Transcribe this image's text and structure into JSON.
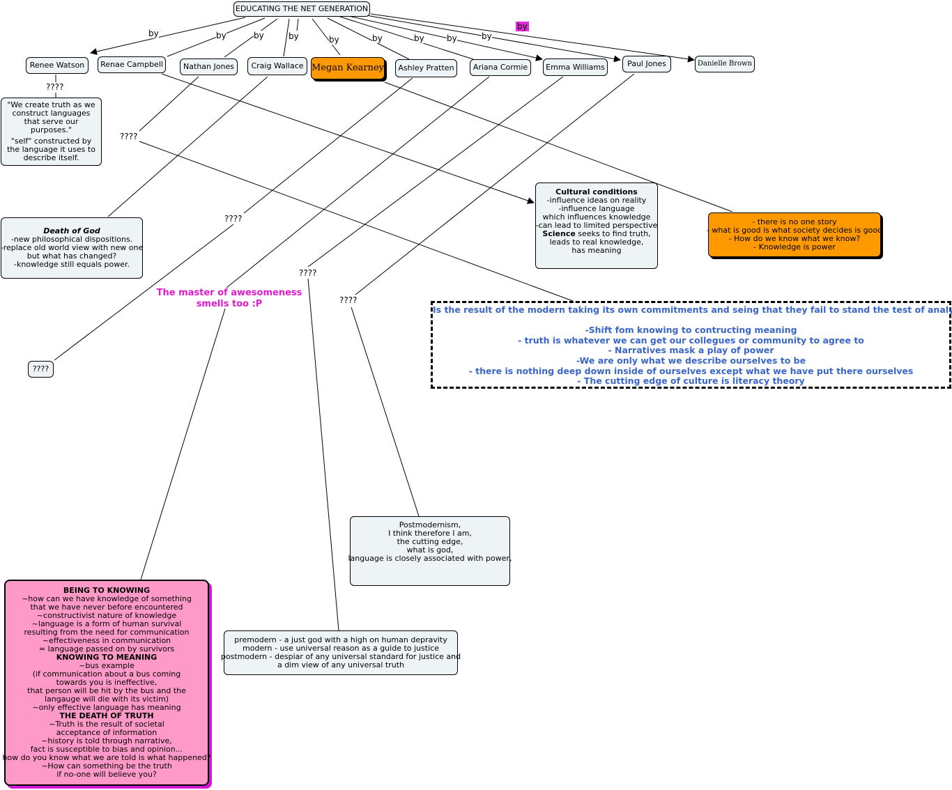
{
  "root": {
    "title": "EDUCATING THE NET GENERATION"
  },
  "link_label": "by",
  "people": [
    {
      "name": "Renee Watson"
    },
    {
      "name": "Renae Campbell"
    },
    {
      "name": "Nathan Jones"
    },
    {
      "name": "Craig Wallace"
    },
    {
      "name": "Megan Kearney"
    },
    {
      "name": "Ashley Pratten"
    },
    {
      "name": "Ariana Cormie"
    },
    {
      "name": "Emma Williams"
    },
    {
      "name": "Paul Jones"
    },
    {
      "name": "Danielle Brown"
    }
  ],
  "unknown": "????",
  "renee_box": {
    "quote": "\"We create truth as we construct languages that serve our purposes.\"",
    "self": "\"self\" constructed by the language it uses to describe itself."
  },
  "death_of_god": {
    "title": "Death of God",
    "lines": [
      "-new philosophical dispositions.",
      "-replace old world view with new one",
      "but what has changed?",
      "-knowledge still equals power."
    ]
  },
  "cultural": {
    "title": "Cultural conditions",
    "lines": [
      "-influence ideas on reality",
      "-influence language",
      "which influences knowledge",
      "-can lead to limited perspective"
    ],
    "science_bold": "Science",
    "science_rest": " seeks to find truth,",
    "tail": [
      "leads to real knowledge,",
      "has meaning"
    ]
  },
  "orange_box": {
    "lines": [
      "- there is no one story",
      "- what is good is what society decides is good",
      "- How do we know what we know?",
      "- Knowledge is power"
    ]
  },
  "master": {
    "line1": "The master of awesomeness",
    "line2": "smells too :P"
  },
  "modern_box": {
    "headline": "Is the result of the modern taking its own commitments  and seing that they fail to stand the test of analysis",
    "lines": [
      "-Shift fom knowing to contructing meaning",
      "- truth is whatever we can get our collegues or community to agree to",
      "- Narratives mask a play of power",
      "-We are only what we describe ourselves to be",
      "- there is nothing deep down inside of ourselves except what we have put there ourselves",
      "- The cutting edge of culture is literacy theory"
    ]
  },
  "postmodernism": {
    "lines": [
      "Postmodernism,",
      "I think therefore I am,",
      "the cutting edge,",
      "what is god,",
      "language is closely associated with power,"
    ]
  },
  "premodern": {
    "lines": [
      "premodern - a just god with a high on human depravity",
      "modern - use universal reason as a guide to justice",
      "postmodern - despiar of any universal standard for justice and",
      "a dim view of any universal truth"
    ]
  },
  "pink_box": {
    "h1": "BEING TO KNOWING",
    "s1": [
      "~how can we have knowledge of something",
      "that we have never before encountered",
      "~constructivist nature of knowledge",
      "~language is a form of human survival",
      "resulting from the need for communication",
      "~effectiveness in communication",
      "= language passed on by survivors"
    ],
    "h2": "KNOWING TO MEANING",
    "s2": [
      "~bus example",
      "(if communication about a bus coming",
      "towards you is ineffective,",
      "that person will be hit by the bus and the",
      "langauge will die with its victim)",
      "~only effective language has meaning"
    ],
    "h3": "THE DEATH OF TRUTH",
    "s3": [
      "~Truth is the result of societal",
      "acceptance of information",
      "~history is told through narrative,",
      "fact is susceptible to bias and opinion...",
      "how do you know what we are told is what happened?",
      "~How can something be the truth",
      "if no-one will believe you?"
    ]
  },
  "colors": {
    "orange": "#ff9900",
    "pink": "#ff99c8",
    "magenta": "#e21bd0",
    "blue_text": "#3a66c8",
    "node_bg": "#eef3f5"
  }
}
